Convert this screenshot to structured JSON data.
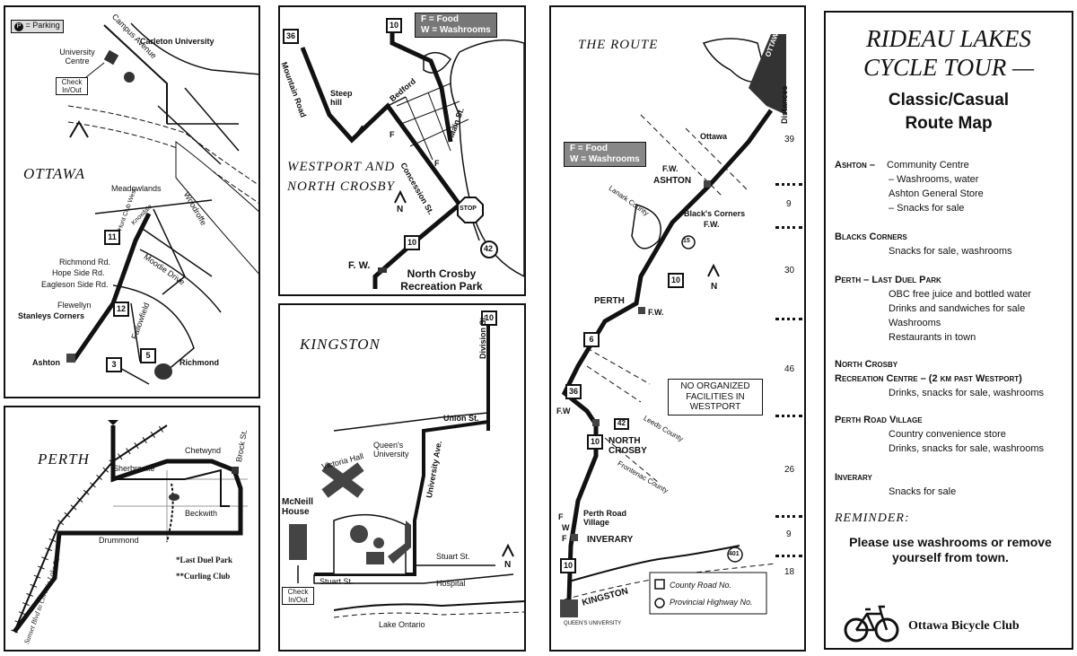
{
  "ottawa": {
    "title": "OTTAWA",
    "parking_legend": "= Parking",
    "parking_symbol": "P",
    "campus_avenue": "Campus Avenue",
    "carleton": "Carleton University",
    "university_centre": "University Centre",
    "check_in_out": "Check In/Out",
    "meadowlands": "Meadowlands",
    "hunt_club": "Hunt Club West",
    "knoxdale": "Knoxdale",
    "woodroffe": "Woodroffe",
    "richmond_rd": "Richmond Rd.",
    "hope_side": "Hope Side Rd.",
    "eagleson": "Eagleson Side Rd.",
    "moodie": "Moodie Drive",
    "fallowfield": "Fallowfield",
    "flewellyn": "Flewellyn",
    "stanleys": "Stanleys Corners",
    "ashton": "Ashton",
    "richmond": "Richmond",
    "rd11": "11",
    "rd12": "12",
    "rd3": "3",
    "rd5": "5"
  },
  "perth": {
    "title": "PERTH",
    "chetwynd": "Chetwynd",
    "sherbrooke": "Sherbrooke",
    "brock": "Brock St.",
    "beckwith": "Beckwith",
    "drummond": "Drummond",
    "last_duel": "*Last Duel Park",
    "curling": "**Curling Club",
    "sunset": "Sunset Blvd to Christie Lake Rd"
  },
  "westport": {
    "title_line1": "WESTPORT AND",
    "title_line2": "NORTH CROSBY",
    "legend_f": "F = Food",
    "legend_w": "W = Washrooms",
    "rd36": "36",
    "rd10a": "10",
    "rd10b": "10",
    "hwy42": "42",
    "mountain_road": "Mountain Road",
    "steep_hill": "Steep hill",
    "bedford": "Bedford",
    "main_st": "Main St.",
    "concession": "Concession St.",
    "stop": "STOP",
    "f1": "F",
    "f2": "F",
    "fw": "F. W.",
    "rec_park": "North Crosby Recreation Park",
    "north": "N"
  },
  "kingston": {
    "title": "KINGSTON",
    "rd10": "10",
    "division": "Division St.",
    "union": "Union St.",
    "victoria": "Victoria Hall",
    "queens": "Queen's University",
    "university_ave": "University Ave.",
    "mcneill": "McNeill House",
    "check_in_out": "Check In/Out",
    "stuart1": "Stuart St.",
    "stuart2": "Stuart St.",
    "hospital": "Hospital",
    "lake": "Lake Ontario",
    "north": "N"
  },
  "route": {
    "title": "THE ROUTE",
    "legend_f": "F = Food",
    "legend_w": "W = Washrooms",
    "ottawa_badge": "OTTAWA",
    "ottawa": "Ottawa",
    "fw_ashton": "F.W.",
    "ashton": "ASHTON",
    "lanark": "Lanark County",
    "blacks": "Black's Corners",
    "blacks_fw": "F.W.",
    "hwy15": "15",
    "rd10a": "10",
    "north": "N",
    "perth": "PERTH",
    "perth_fw": "F.W.",
    "rd6": "6",
    "no_facilities": "NO ORGANIZED FACILITIES IN WESTPORT",
    "rd36": "36",
    "fw_crosby": "F.W",
    "hwy42": "42",
    "leeds": "Leeds County",
    "rd10b": "10",
    "north_crosby": "NORTH CROSBY",
    "frontenac": "Frontenac County",
    "perth_road": "Perth Road Village",
    "f_pr": "F",
    "w_pr": "W",
    "f_inv": "F",
    "inverary": "INVERARY",
    "rd10c": "10",
    "hwy401": "401",
    "kingston": "KINGSTON",
    "queens": "QUEEN'S UNIVERSITY",
    "legend_county": "County Road No.",
    "legend_prov": "Provincial Highway No.",
    "distances_label": "Distances",
    "distances": [
      "39",
      "9",
      "30",
      "46",
      "26",
      "9",
      "18"
    ]
  },
  "legend": {
    "title_line1": "RIDEAU LAKES",
    "title_line2": "CYCLE TOUR —",
    "sub_line1": "Classic/Casual",
    "sub_line2": "Route Map",
    "sections": [
      {
        "head": "Ashton –",
        "lines": [
          "Community Centre",
          "– Washrooms, water",
          "Ashton General Store",
          "– Snacks for sale"
        ]
      },
      {
        "head": "Blacks Corners",
        "lines": [
          "Snacks for sale, washrooms"
        ]
      },
      {
        "head": "Perth – Last Duel Park",
        "lines": [
          "OBC free juice and bottled water",
          "Drinks and sandwiches for sale",
          "Washrooms",
          "Restaurants in town"
        ]
      },
      {
        "head": "North Crosby",
        "head2": "Recreation Centre – (2 km past Westport)",
        "lines": [
          "Drinks, snacks for sale, washrooms"
        ]
      },
      {
        "head": "Perth Road Village",
        "lines": [
          "Country convenience store",
          "Drinks, snacks for sale, washrooms"
        ]
      },
      {
        "head": "Inverary",
        "lines": [
          "Snacks for sale"
        ]
      }
    ],
    "reminder": "REMINDER:",
    "reminder_text": "Please use washrooms or remove yourself from town.",
    "club": "Ottawa Bicycle Club"
  }
}
